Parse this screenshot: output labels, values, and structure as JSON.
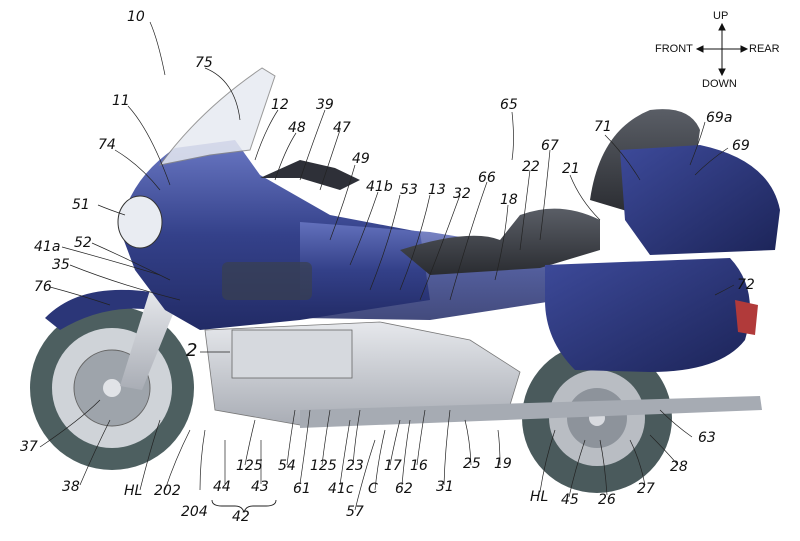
{
  "figure": {
    "ref_number": "10",
    "orientation": {
      "up": "UP",
      "down": "DOWN",
      "front": "FRONT",
      "rear": "REAR"
    },
    "colors": {
      "body_blue": "#2f3f86",
      "body_blue_light": "#5a6cc0",
      "seat": "#3a3d44",
      "chrome": "#c9ccd2",
      "tire": "#4a5a5c",
      "lead_line": "#222222"
    },
    "labels": {
      "l75": "75",
      "l11": "11",
      "l74": "74",
      "l12": "12",
      "l48": "48",
      "l39": "39",
      "l47": "47",
      "l49": "49",
      "l41b": "41b",
      "l53": "53",
      "l13": "13",
      "l32": "32",
      "l66": "66",
      "l18": "18",
      "l22": "22",
      "l67": "67",
      "l65": "65",
      "l21": "21",
      "l71": "71",
      "l69a": "69a",
      "l69": "69",
      "l51": "51",
      "l41a": "41a",
      "l52": "52",
      "l35": "35",
      "l76": "76",
      "l72": "72",
      "l2": "2",
      "l37": "37",
      "l38": "38",
      "lHL1": "HL",
      "l202": "202",
      "l204": "204",
      "l44": "44",
      "l43": "43",
      "l42": "42",
      "l125a": "125",
      "l54": "54",
      "l61": "61",
      "l125b": "125",
      "l23": "23",
      "l41c": "41c",
      "lC": "C",
      "l57": "57",
      "l17": "17",
      "l62": "62",
      "l16": "16",
      "l31": "31",
      "l25": "25",
      "l19": "19",
      "lHL2": "HL",
      "l45": "45",
      "l26": "26",
      "l27": "27",
      "l28": "28",
      "l63": "63"
    }
  }
}
